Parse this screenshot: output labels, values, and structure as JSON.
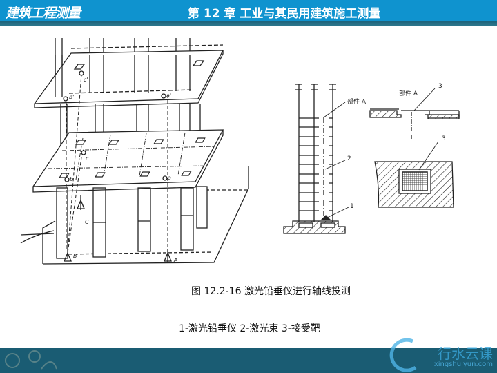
{
  "header": {
    "course_title": "建筑工程测量",
    "chapter_title": "第 12 章  工业与其民用建筑施工测量"
  },
  "diagram": {
    "labels": {
      "a_top": "a'",
      "b_top": "b'",
      "c_top": "c'",
      "a_mid": "a",
      "b_mid": "b",
      "c_mid": "c",
      "A": "A",
      "B": "B",
      "C": "C",
      "part_a_1": "部件 A",
      "part_a_2": "部件 A",
      "n1": "1",
      "n2": "2",
      "n3a": "3",
      "n3b": "3"
    }
  },
  "caption": "图 12.2-16    激光铅垂仪进行轴线投测",
  "legend": "1-激光铅垂仪 2-激光束   3-接受靶",
  "footer": {
    "brand": "行水云课",
    "url": "xingshuiyun.com"
  },
  "colors": {
    "header_blue": "#0f93cf",
    "footer_teal": "#1a5c73"
  }
}
